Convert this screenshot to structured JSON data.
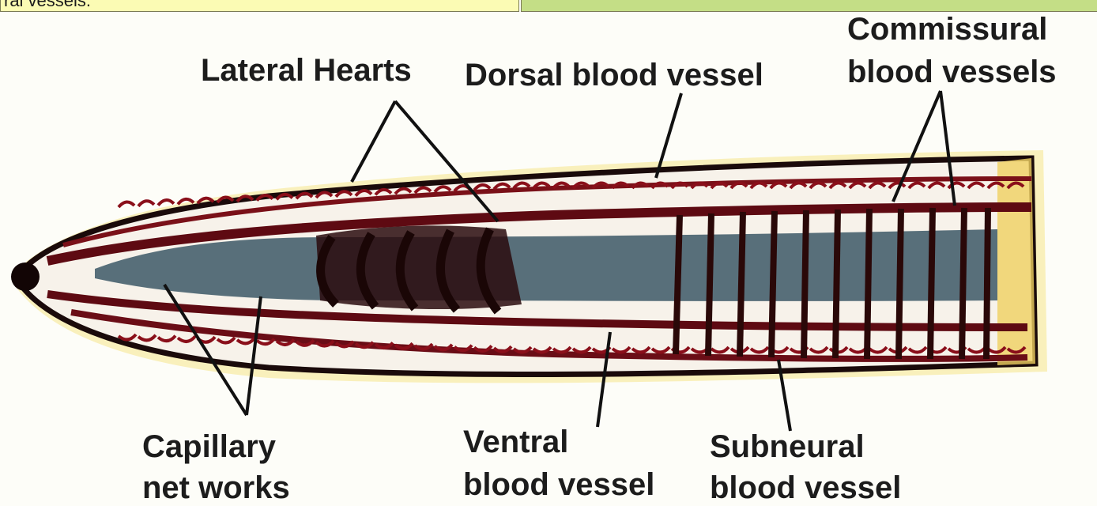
{
  "header": {
    "left_text": "ral vessels."
  },
  "labels": {
    "lateral_hearts": "Lateral Hearts",
    "dorsal_vessel": "Dorsal blood vessel",
    "commissural_line1": "Commissural",
    "commissural_line2": "blood vessels",
    "capillary_line1": "Capillary",
    "capillary_line2": "net works",
    "ventral_line1": "Ventral",
    "ventral_line2": "blood vessel",
    "subneural_line1": "Subneural",
    "subneural_line2": "blood vessel"
  },
  "colors": {
    "vessel_red": "#8a0f1a",
    "dark_outline": "#1a0a0a",
    "gut_blue": "#33505e",
    "yellow_tint": "#f3d85a",
    "header_yellow": "#fbfbb4",
    "header_green": "#c4de86"
  }
}
